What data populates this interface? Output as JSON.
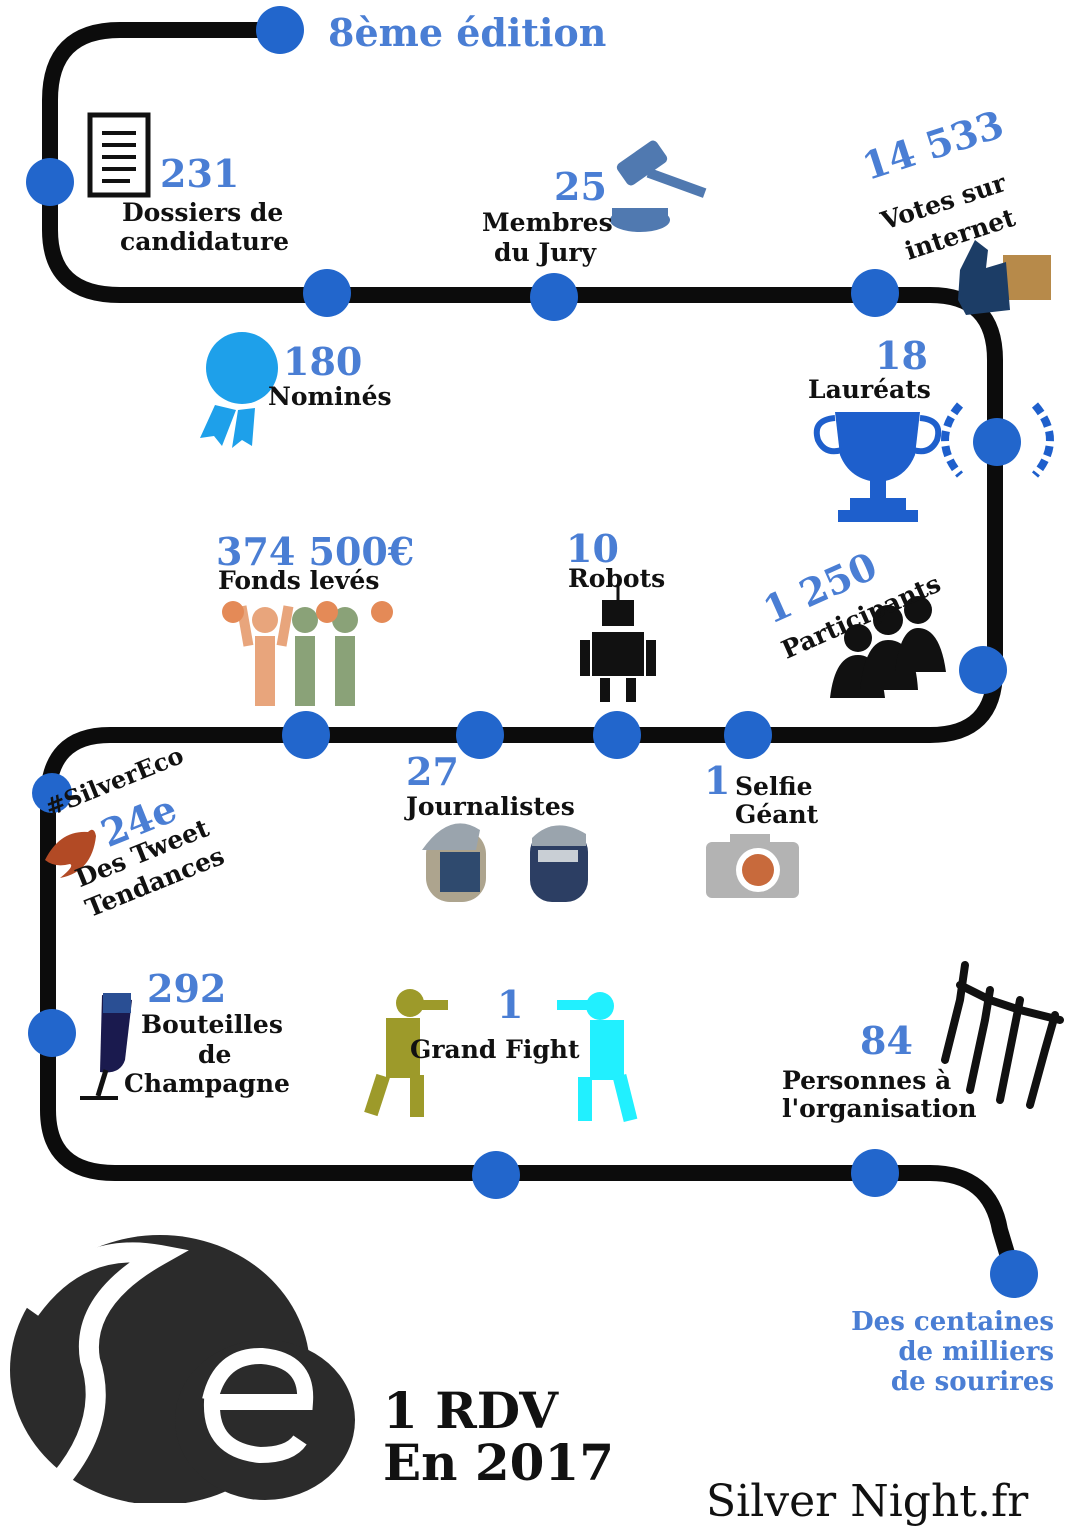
{
  "colors": {
    "road": "#0c0c0c",
    "node": "#2266cc",
    "accent_text": "#4a7ed4",
    "text": "#111111"
  },
  "header": {
    "edition": "8ème édition"
  },
  "stats": [
    {
      "id": "dossiers",
      "number": "231",
      "label1": "Dossiers de",
      "label2": "candidature",
      "icon": "document-icon"
    },
    {
      "id": "jury",
      "number": "25",
      "label1": "Membres",
      "label2": "du Jury",
      "icon": "gavel-icon"
    },
    {
      "id": "votes",
      "number": "14 533",
      "label1": "Votes sur",
      "label2": "internet",
      "icon": "thumbs-up-icon"
    },
    {
      "id": "nomines",
      "number": "180",
      "label1": "Nominés",
      "icon": "ribbon-icon"
    },
    {
      "id": "laureats",
      "number": "18",
      "label1": "Lauréats",
      "icon": "trophy-icon"
    },
    {
      "id": "fonds",
      "number": "374 500€",
      "label1": "Fonds levés",
      "icon": "money-people-icon"
    },
    {
      "id": "robots",
      "number": "10",
      "label1": "Robots",
      "icon": "robot-icon"
    },
    {
      "id": "participants",
      "number": "1 250",
      "label1": "Participants",
      "icon": "crowd-icon"
    },
    {
      "id": "tweets",
      "hashtag": "#SilverEco",
      "number": "24e",
      "label1": "Des Tweet",
      "label2": "Tendances",
      "icon": "twitter-bird-icon"
    },
    {
      "id": "journalistes",
      "number": "27",
      "label1": "Journalistes",
      "icon": "journalists-icon"
    },
    {
      "id": "selfie",
      "number": "1",
      "label1": "Selfie",
      "label2": "Géant",
      "icon": "camera-icon"
    },
    {
      "id": "champagne",
      "number": "292",
      "label1": "Bouteilles",
      "label2": "de",
      "label3": "Champagne",
      "icon": "champagne-icon"
    },
    {
      "id": "fight",
      "number": "1",
      "label1": "Grand Fight",
      "icon": "boxers-icon"
    },
    {
      "id": "orga",
      "number": "84",
      "label1": "Personnes à",
      "label2": "l'organisation",
      "icon": "team-icon"
    }
  ],
  "finale": {
    "line1": "Des centaines",
    "line2": "de milliers",
    "line3": "de sourires"
  },
  "footer": {
    "line1": "1 RDV",
    "line2": "En 2017",
    "logo_letters": "Se",
    "bottom_partial": "Silver Night.fr"
  }
}
